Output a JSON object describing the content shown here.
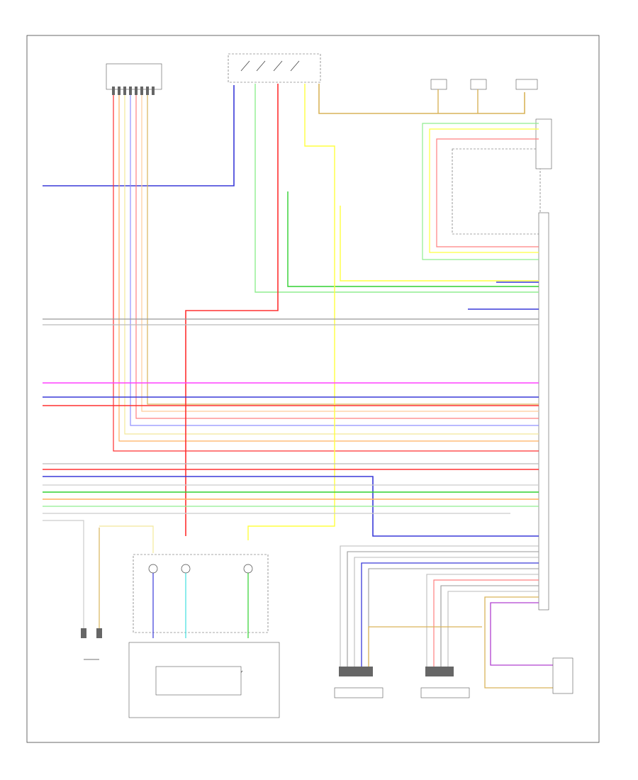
{
  "diagram": {
    "footer_code": "",
    "colors": {
      "blue": "#3a3ad8",
      "red": "#ff3030",
      "pink": "#ff8080",
      "orange": "#ffb060",
      "yellow": "#ffff40",
      "light_yellow": "#f2e89a",
      "tan": "#d9b45a",
      "green": "#30d030",
      "light_green": "#90ee90",
      "magenta": "#ff40ff",
      "violet": "#b040d0",
      "gray": "#999999",
      "light_gray": "#cccccc",
      "cyan": "#40e0e0"
    },
    "components": [
      {
        "id": "top-left-connector",
        "label": ""
      },
      {
        "id": "top-center-switch",
        "label": ""
      },
      {
        "id": "top-right-sensor-1",
        "label": ""
      },
      {
        "id": "top-right-sensor-2",
        "label": ""
      },
      {
        "id": "top-right-sensor-3",
        "label": ""
      },
      {
        "id": "right-module-upper",
        "label": ""
      },
      {
        "id": "right-module-lower",
        "label": ""
      },
      {
        "id": "bottom-left-ground",
        "label": ""
      },
      {
        "id": "bottom-center-solenoids",
        "label": ""
      },
      {
        "id": "bottom-center-switch-box",
        "label": ""
      },
      {
        "id": "bottom-sensor-a",
        "label": ""
      },
      {
        "id": "bottom-sensor-b",
        "label": ""
      },
      {
        "id": "bottom-right-sensor",
        "label": ""
      }
    ]
  }
}
